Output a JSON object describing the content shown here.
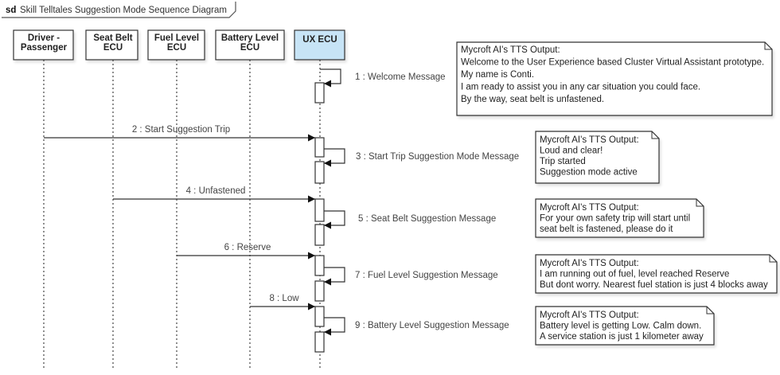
{
  "frame": {
    "keyword": "sd",
    "title": "Skill Telltales Suggestion Mode Sequence Diagram"
  },
  "colors": {
    "line": "#333333",
    "participant_fill": "#ffffff",
    "highlight_fill": "#c7e4f6",
    "note_fill": "#ffffff"
  },
  "participants": [
    {
      "id": "driver",
      "lines": [
        "Driver -",
        "Passenger"
      ],
      "highlight": false
    },
    {
      "id": "seatbelt",
      "lines": [
        "Seat Belt",
        "ECU"
      ],
      "highlight": false
    },
    {
      "id": "fuel",
      "lines": [
        "Fuel Level",
        "ECU"
      ],
      "highlight": false
    },
    {
      "id": "battery",
      "lines": [
        "Battery Level",
        "ECU"
      ],
      "highlight": false
    },
    {
      "id": "ux",
      "lines": [
        "UX ECU"
      ],
      "highlight": true
    }
  ],
  "messages": [
    {
      "number": 1,
      "label": "1 : Welcome Message",
      "from": "ux",
      "to": "ux",
      "type": "self"
    },
    {
      "number": 2,
      "label": "2 : Start Suggestion Trip",
      "from": "driver",
      "to": "ux",
      "type": "sync"
    },
    {
      "number": 3,
      "label": "3 : Start Trip Suggestion Mode Message",
      "from": "ux",
      "to": "ux",
      "type": "self"
    },
    {
      "number": 4,
      "label": "4 : Unfastened",
      "from": "seatbelt",
      "to": "ux",
      "type": "sync"
    },
    {
      "number": 5,
      "label": "5 : Seat Belt Suggestion Message",
      "from": "ux",
      "to": "ux",
      "type": "self"
    },
    {
      "number": 6,
      "label": "6 : Reserve",
      "from": "fuel",
      "to": "ux",
      "type": "sync"
    },
    {
      "number": 7,
      "label": "7 : Fuel Level Suggestion Message",
      "from": "ux",
      "to": "ux",
      "type": "self"
    },
    {
      "number": 8,
      "label": "8 : Low",
      "from": "battery",
      "to": "ux",
      "type": "sync"
    },
    {
      "number": 9,
      "label": "9 : Battery Level Suggestion Message",
      "from": "ux",
      "to": "ux",
      "type": "self"
    }
  ],
  "notes": [
    {
      "attached_to_message": 1,
      "lines": [
        "Mycroft AI's TTS Output:",
        "Welcome to the User Experience based Cluster Virtual Assistant prototype.",
        "My name is Conti.",
        "I am ready to assist you in any car situation you could face.",
        "By the way, seat belt is unfastened."
      ]
    },
    {
      "attached_to_message": 3,
      "lines": [
        "Mycroft AI's TTS Output:",
        "Loud and clear!",
        "Trip started",
        "Suggestion mode active"
      ]
    },
    {
      "attached_to_message": 5,
      "lines": [
        "Mycroft AI's TTS Output:",
        "For your own safety trip will start until",
        "seat belt is fastened, please do it"
      ]
    },
    {
      "attached_to_message": 7,
      "lines": [
        "Mycroft AI's TTS Output:",
        "I am running out of fuel, level reached Reserve",
        "But dont worry. Nearest fuel station is just 4 blocks away"
      ]
    },
    {
      "attached_to_message": 9,
      "lines": [
        "Mycroft AI's TTS Output:",
        "Battery level is getting Low. Calm down.",
        "A service station is just 1 kilometer away"
      ]
    }
  ]
}
